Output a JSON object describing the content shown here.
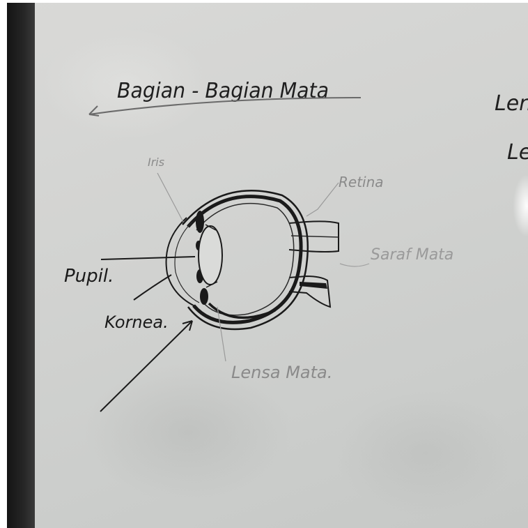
{
  "board": {
    "title": "Bagian - Bagian Mata",
    "labels": {
      "iris": "Iris",
      "retina": "Retina",
      "saraf_mata": "Saraf Mata",
      "pupil": "Pupil.",
      "kornea": "Kornea.",
      "lensa_mata": "Lensa Mata."
    },
    "edge_text": {
      "line1": "Lens",
      "line2": "Le"
    }
  },
  "colors": {
    "board": "#d4d5d3",
    "frame": "#1a1a1a",
    "marker_black": "#1a1a1a",
    "pencil_grey": "#8a8a8a"
  }
}
